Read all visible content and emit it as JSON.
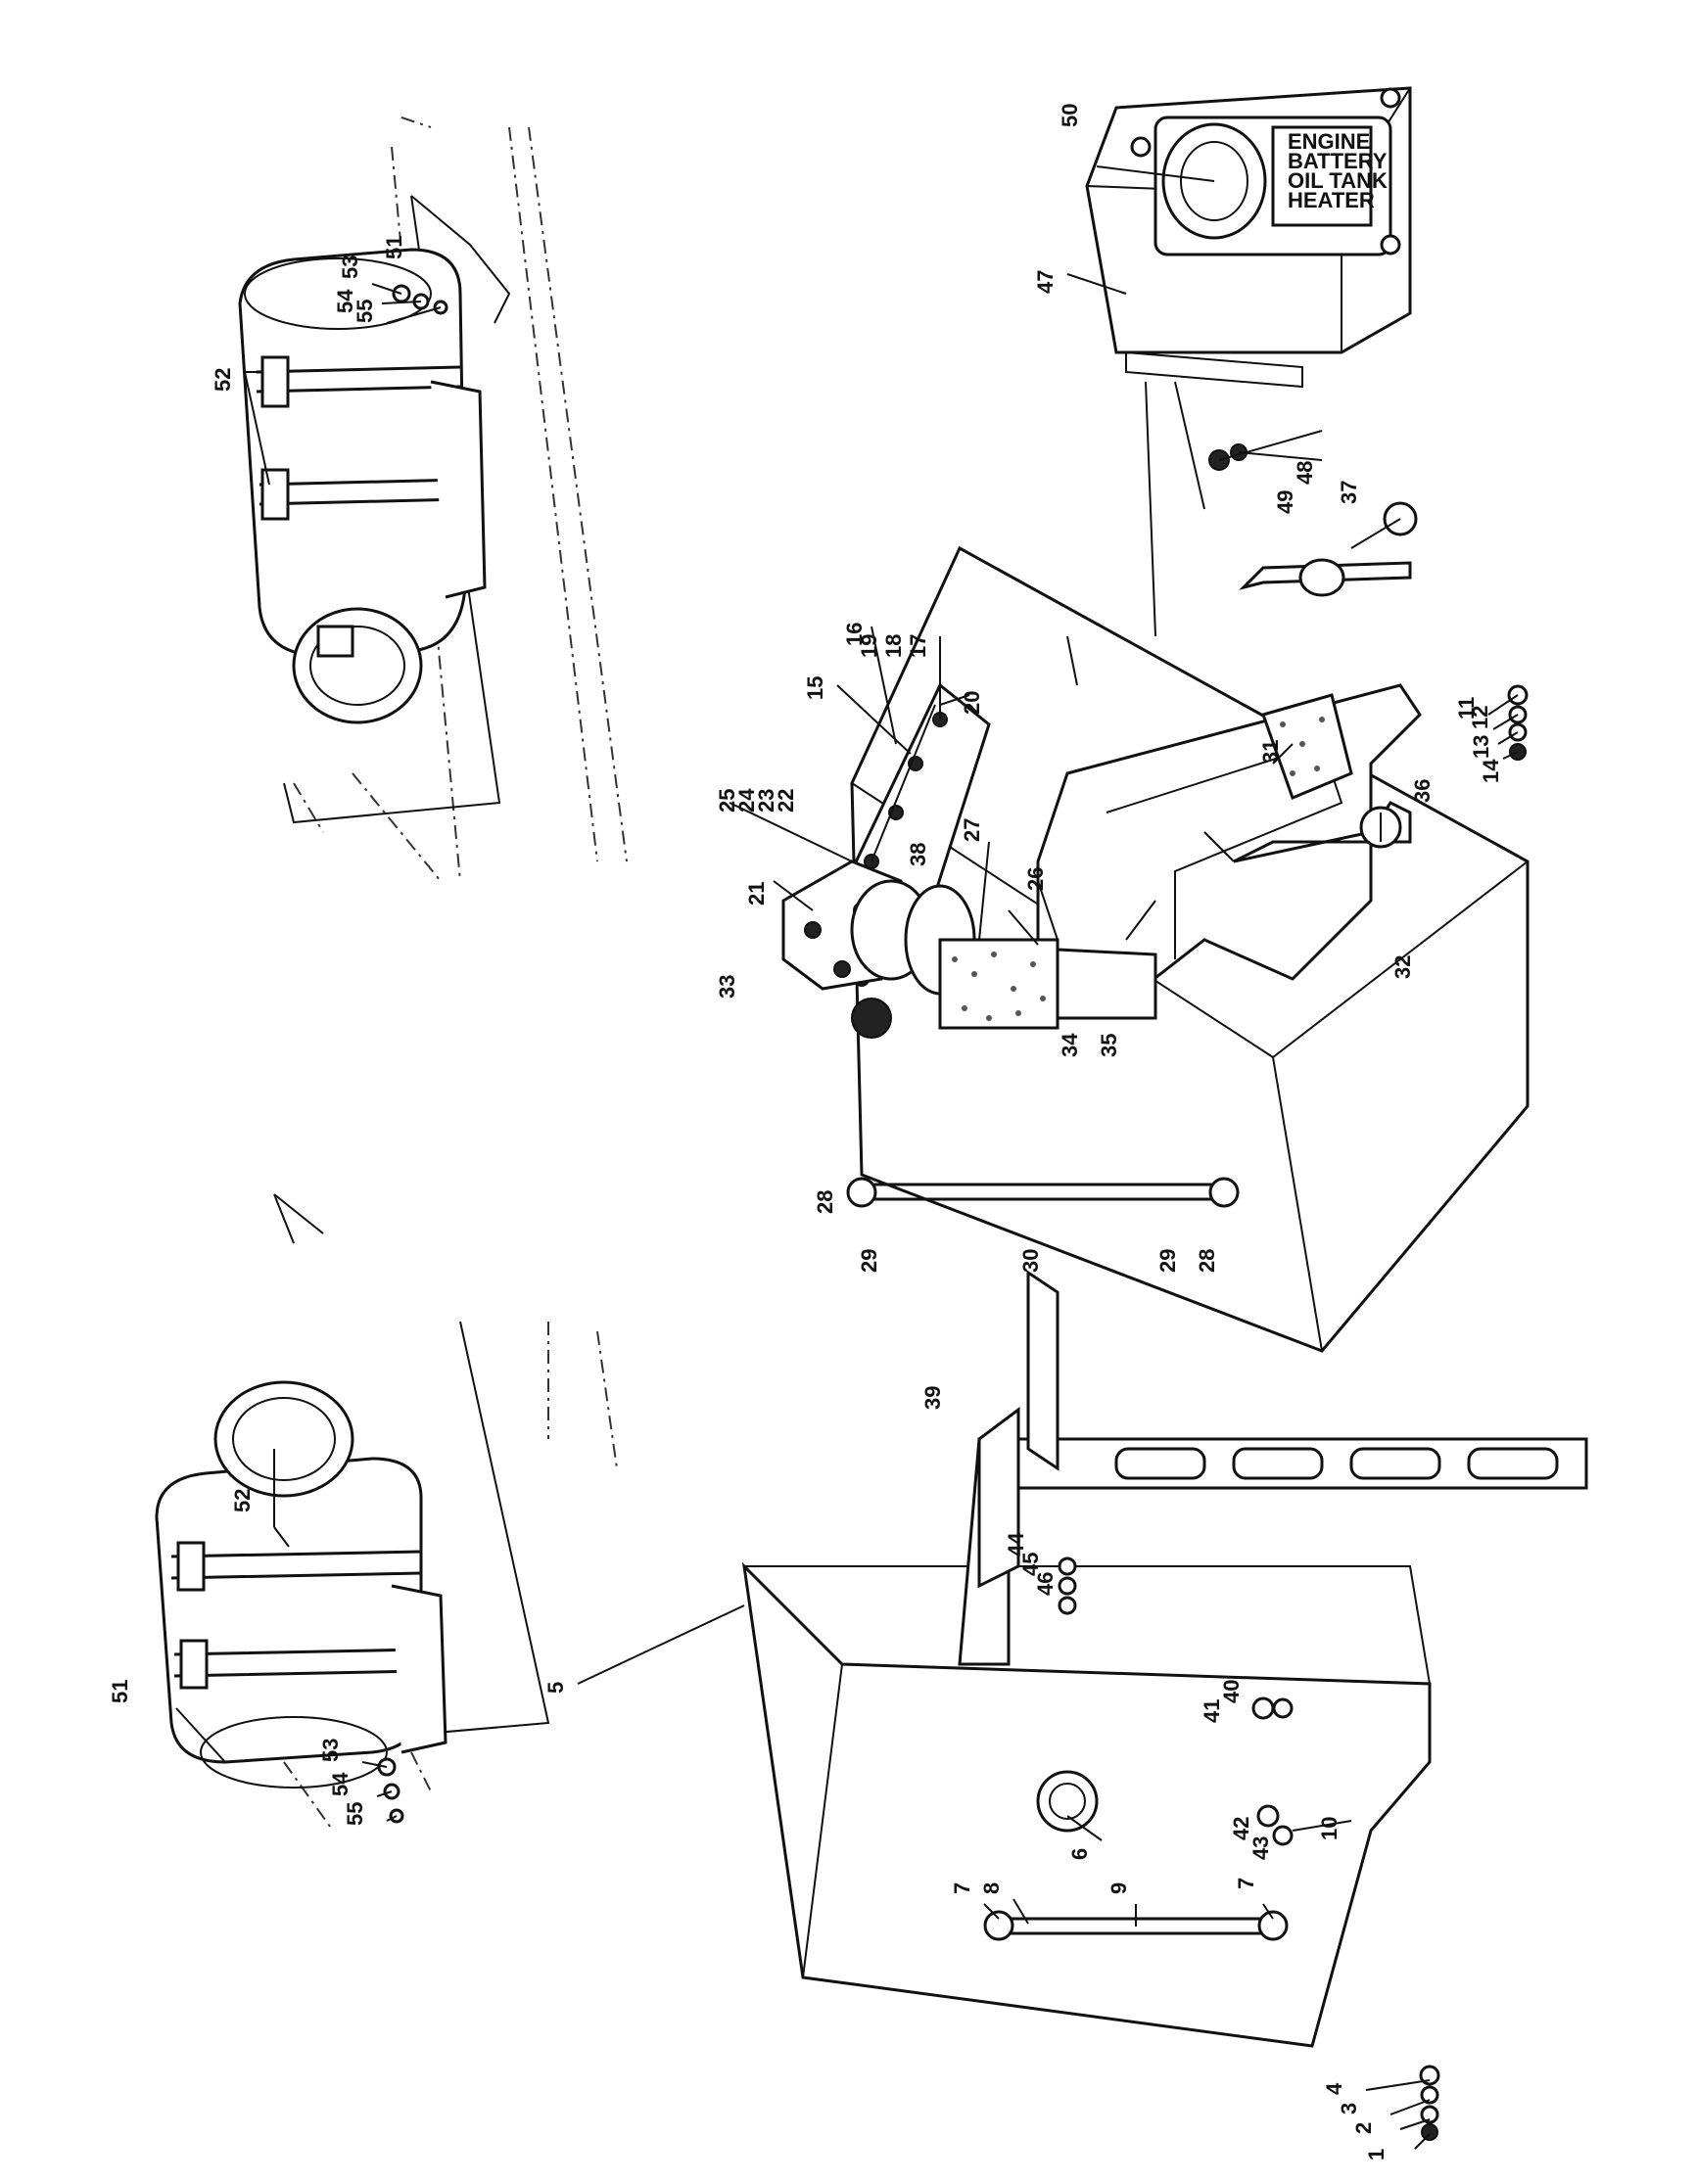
{
  "diagram": {
    "type": "exploded-parts-illustration",
    "nameplate_text": [
      "ENGINE",
      "BATTERY",
      "OIL TANK",
      "HEATER"
    ],
    "callouts": [
      {
        "id": "c1",
        "label": "1"
      },
      {
        "id": "c2",
        "label": "2"
      },
      {
        "id": "c3",
        "label": "3"
      },
      {
        "id": "c4",
        "label": "4"
      },
      {
        "id": "c5",
        "label": "5"
      },
      {
        "id": "c6",
        "label": "6"
      },
      {
        "id": "c7a",
        "label": "7"
      },
      {
        "id": "c7b",
        "label": "7"
      },
      {
        "id": "c8",
        "label": "8"
      },
      {
        "id": "c9",
        "label": "9"
      },
      {
        "id": "c10",
        "label": "10"
      },
      {
        "id": "c11",
        "label": "11"
      },
      {
        "id": "c12",
        "label": "12"
      },
      {
        "id": "c13",
        "label": "13"
      },
      {
        "id": "c14",
        "label": "14"
      },
      {
        "id": "c15",
        "label": "15"
      },
      {
        "id": "c16",
        "label": "16"
      },
      {
        "id": "c17",
        "label": "17"
      },
      {
        "id": "c18",
        "label": "18"
      },
      {
        "id": "c19",
        "label": "19"
      },
      {
        "id": "c20",
        "label": "20"
      },
      {
        "id": "c21",
        "label": "21"
      },
      {
        "id": "c22",
        "label": "22"
      },
      {
        "id": "c23",
        "label": "23"
      },
      {
        "id": "c24",
        "label": "24"
      },
      {
        "id": "c25",
        "label": "25"
      },
      {
        "id": "c26",
        "label": "26"
      },
      {
        "id": "c27",
        "label": "27"
      },
      {
        "id": "c28a",
        "label": "28"
      },
      {
        "id": "c28b",
        "label": "28"
      },
      {
        "id": "c29a",
        "label": "29"
      },
      {
        "id": "c29b",
        "label": "29"
      },
      {
        "id": "c30",
        "label": "30"
      },
      {
        "id": "c31",
        "label": "31"
      },
      {
        "id": "c32",
        "label": "32"
      },
      {
        "id": "c33",
        "label": "33"
      },
      {
        "id": "c34",
        "label": "34"
      },
      {
        "id": "c35",
        "label": "35"
      },
      {
        "id": "c36",
        "label": "36"
      },
      {
        "id": "c37",
        "label": "37"
      },
      {
        "id": "c38",
        "label": "38"
      },
      {
        "id": "c39",
        "label": "39"
      },
      {
        "id": "c40",
        "label": "40"
      },
      {
        "id": "c41",
        "label": "41"
      },
      {
        "id": "c42",
        "label": "42"
      },
      {
        "id": "c43",
        "label": "43"
      },
      {
        "id": "c44",
        "label": "44"
      },
      {
        "id": "c45",
        "label": "45"
      },
      {
        "id": "c46",
        "label": "46"
      },
      {
        "id": "c47",
        "label": "47"
      },
      {
        "id": "c48",
        "label": "48"
      },
      {
        "id": "c49",
        "label": "49"
      },
      {
        "id": "c50",
        "label": "50"
      },
      {
        "id": "c51a",
        "label": "51"
      },
      {
        "id": "c51b",
        "label": "51"
      },
      {
        "id": "c52a",
        "label": "52"
      },
      {
        "id": "c52b",
        "label": "52"
      },
      {
        "id": "c53a",
        "label": "53"
      },
      {
        "id": "c53b",
        "label": "53"
      },
      {
        "id": "c54a",
        "label": "54"
      },
      {
        "id": "c54b",
        "label": "54"
      },
      {
        "id": "c55a",
        "label": "55"
      },
      {
        "id": "c55b",
        "label": "55"
      }
    ]
  }
}
